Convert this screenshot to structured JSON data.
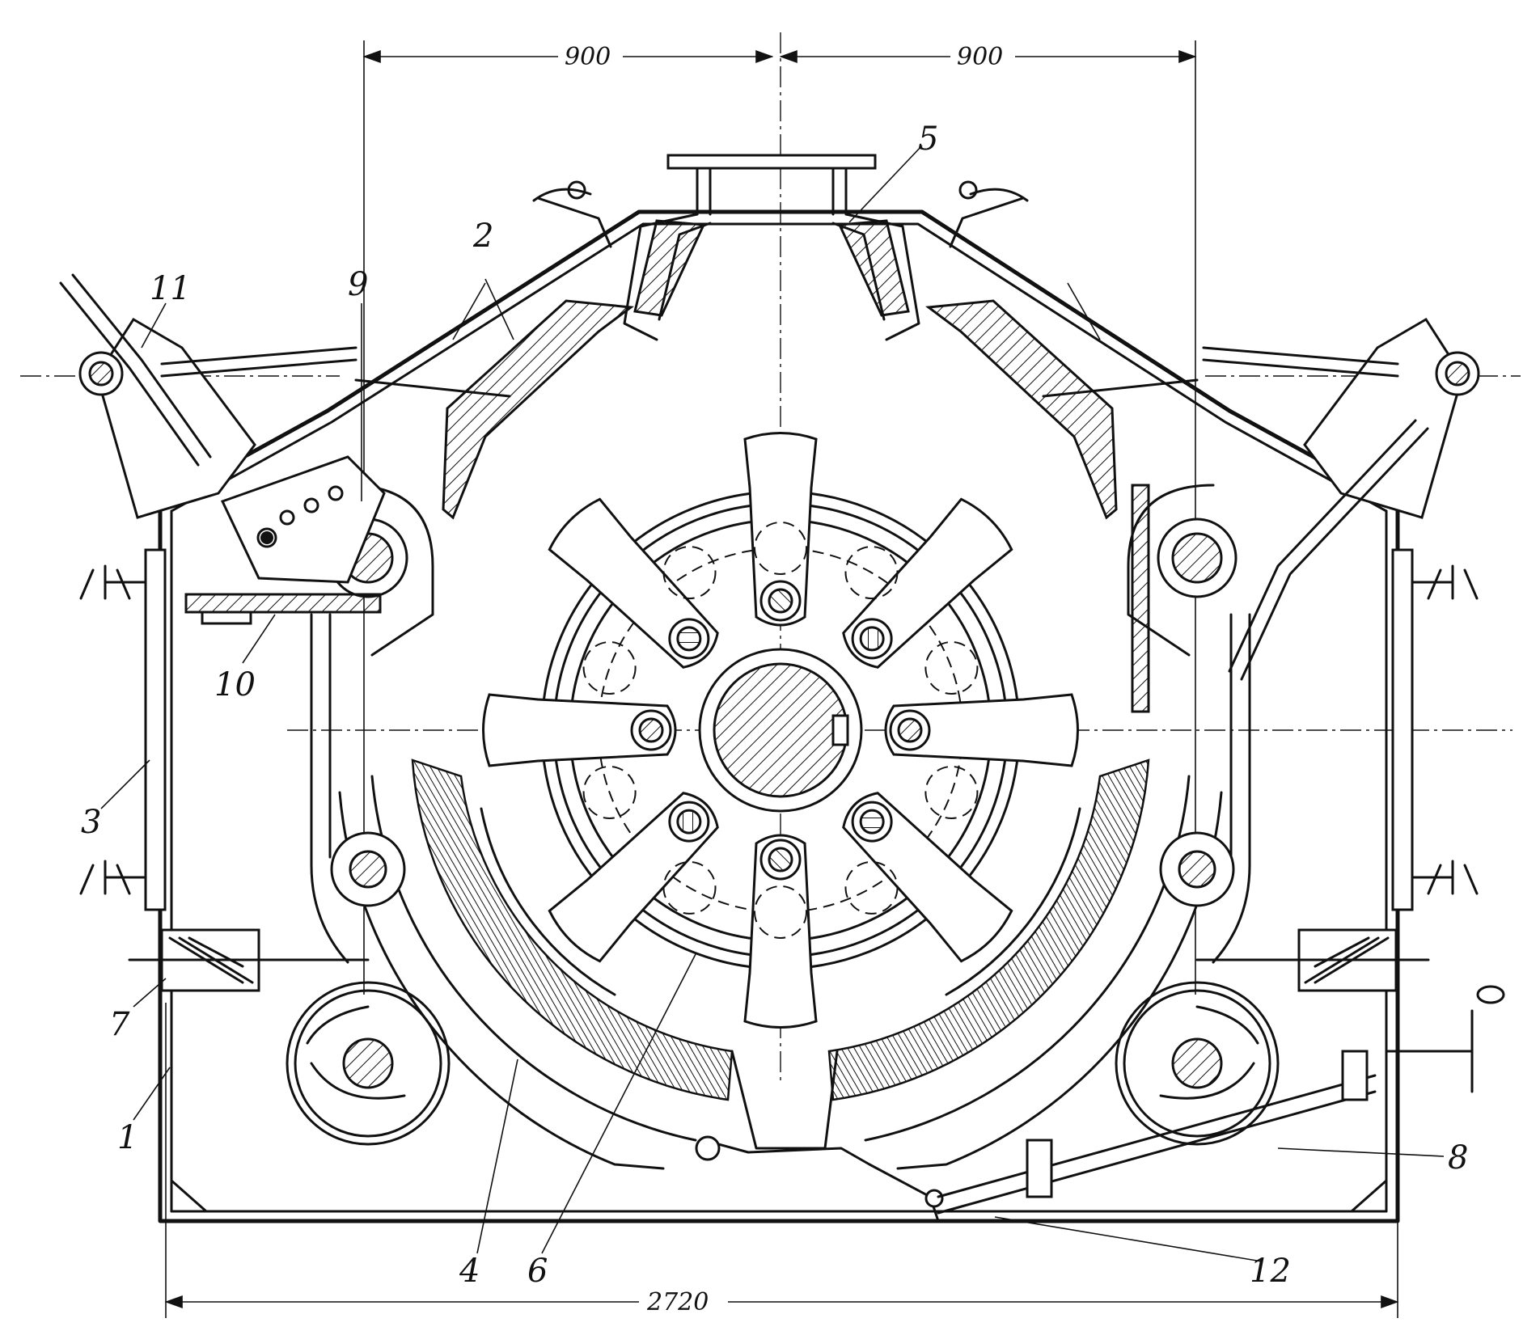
{
  "dimensions": {
    "left_half": "900",
    "right_half": "900",
    "overall_width": "2720"
  },
  "labels": {
    "l1": "1",
    "l2": "2",
    "l3": "3",
    "l4": "4",
    "l5": "5",
    "l6": "6",
    "l7": "7",
    "l8": "8",
    "l9": "9",
    "l10": "10",
    "l11": "11",
    "l12": "12"
  }
}
